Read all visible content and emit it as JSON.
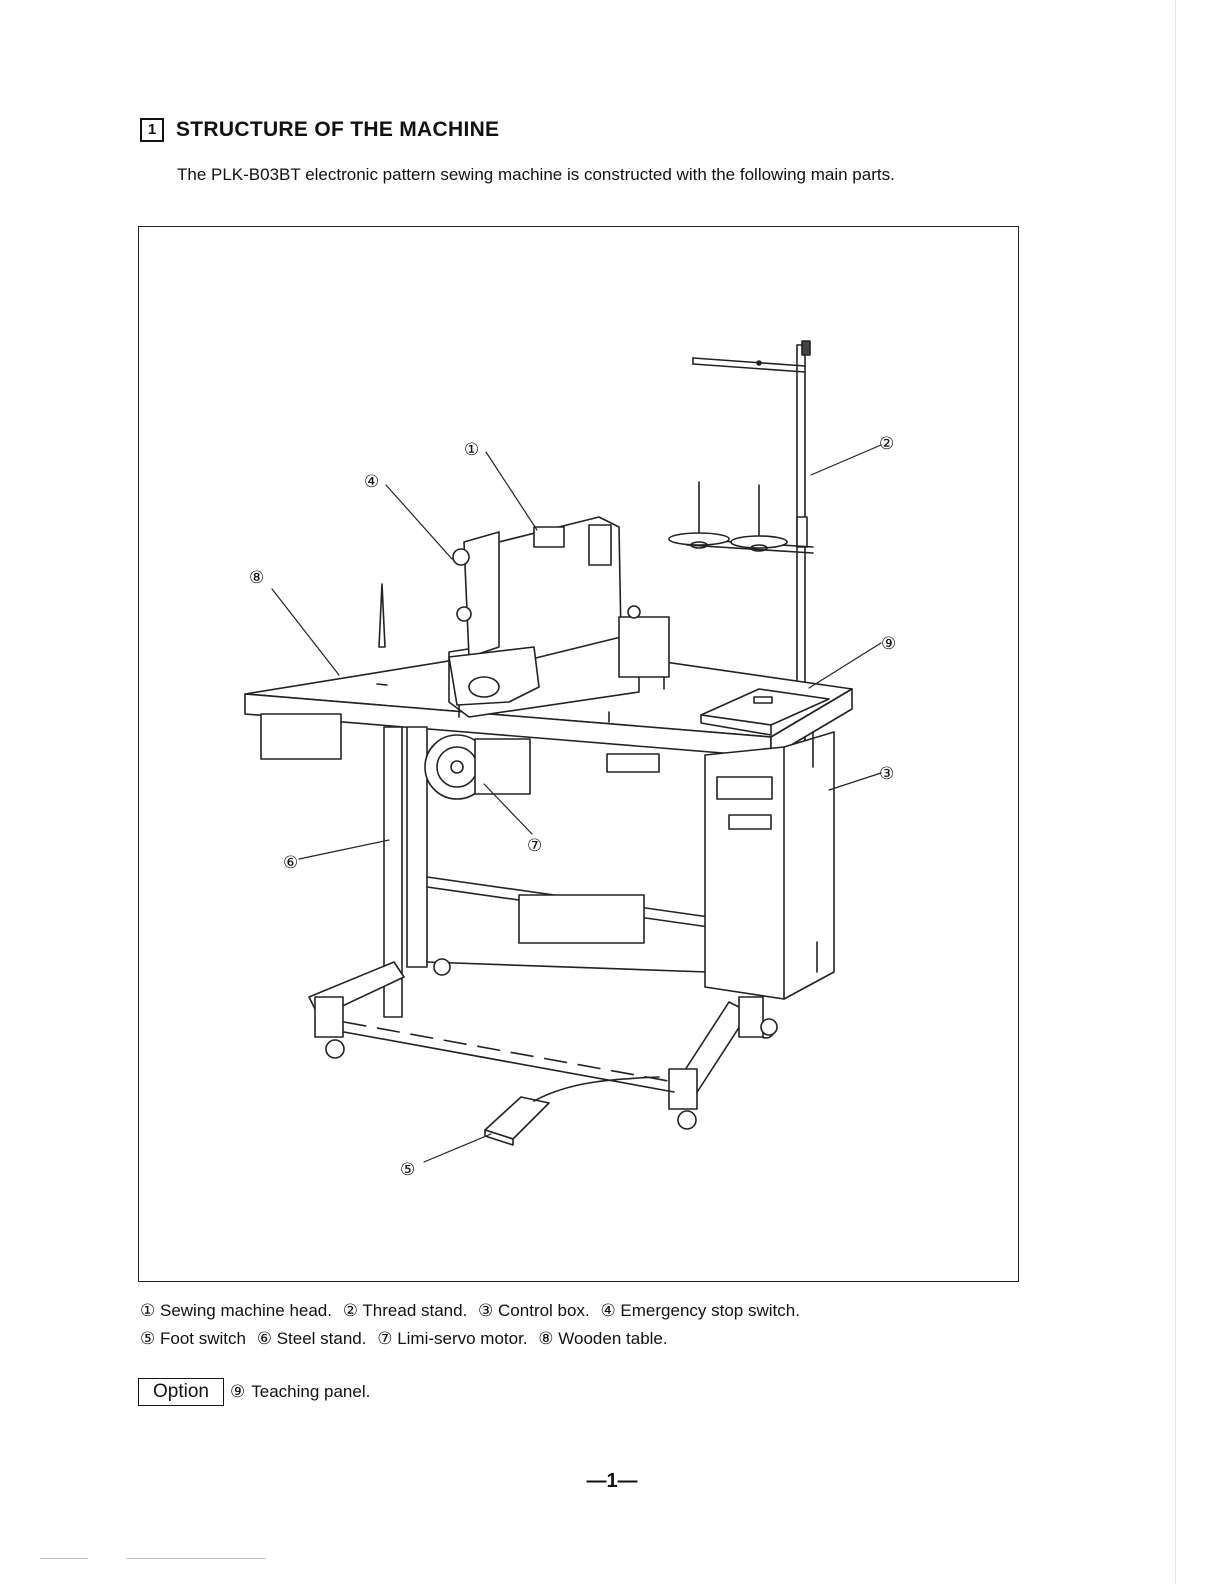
{
  "heading": {
    "number": "1",
    "title": "STRUCTURE OF THE MACHINE"
  },
  "intro": "The PLK-B03BT electronic pattern sewing machine is constructed with the following main parts.",
  "figure": {
    "callouts": [
      "①",
      "②",
      "③",
      "④",
      "⑤",
      "⑥",
      "⑦",
      "⑧",
      "⑨"
    ]
  },
  "parts": [
    {
      "num": "①",
      "label": "Sewing machine head."
    },
    {
      "num": "②",
      "label": "Thread stand."
    },
    {
      "num": "③",
      "label": "Control box."
    },
    {
      "num": "④",
      "label": "Emergency stop switch."
    },
    {
      "num": "⑤",
      "label": "Foot switch"
    },
    {
      "num": "⑥",
      "label": "Steel stand."
    },
    {
      "num": "⑦",
      "label": "Limi-servo motor."
    },
    {
      "num": "⑧",
      "label": "Wooden table."
    }
  ],
  "option": {
    "box_label": "Option",
    "num": "⑨",
    "label": "Teaching panel."
  },
  "page_number": "—1—"
}
